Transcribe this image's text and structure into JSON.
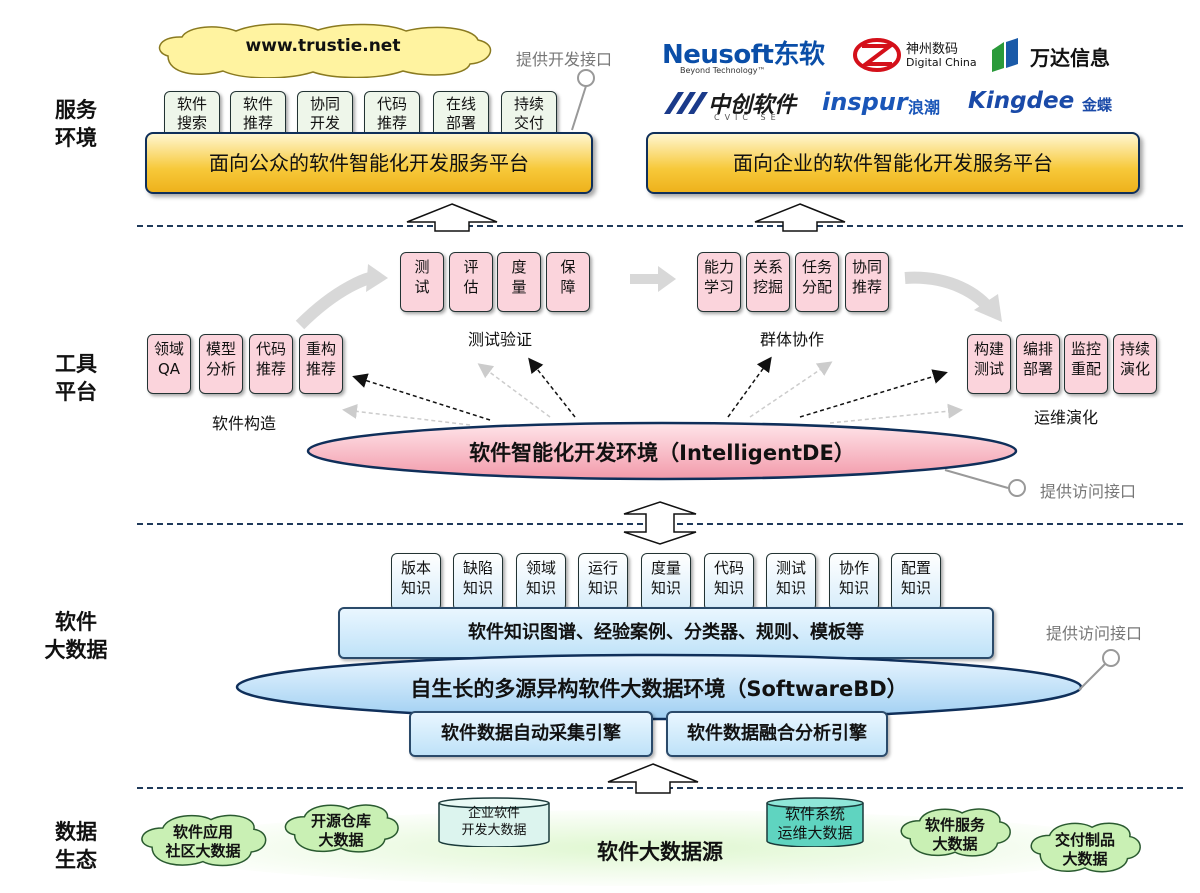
{
  "layers": {
    "service": "服务\n环境",
    "tools": "工具\n平台",
    "bigdata": "软件\n大数据",
    "ecology": "数据\n生态"
  },
  "service": {
    "trustie_url": "www.trustie.net",
    "provide_dev_interface": "提供开发接口",
    "public_platform": "面向公众的软件智能化开发服务平台",
    "enterprise_platform": "面向企业的软件智能化开发服务平台",
    "public_tags": [
      "软件\n搜索",
      "软件\n推荐",
      "协同\n开发",
      "代码\n推荐",
      "在线\n部署",
      "持续\n交付"
    ],
    "logos": {
      "neusoft": "Neusoft东软",
      "neusoft_sub": "Beyond Technology™",
      "digitalchina": "神州数码",
      "digitalchina_sub": "Digital China",
      "wanda": "万达信息",
      "cvic": "中创软件",
      "cvic_sub": "CVIC SE",
      "inspur": "inspur",
      "inspur_cn": "浪潮",
      "kingdee": "Kingdee",
      "kingdee_cn": "金蝶"
    }
  },
  "tools": {
    "test_tags": [
      "测\n试",
      "评\n估",
      "度\n量",
      "保\n障"
    ],
    "test_caption": "测试验证",
    "collab_tags": [
      "能力\n学习",
      "关系\n挖掘",
      "任务\n分配",
      "协同\n推荐"
    ],
    "collab_caption": "群体协作",
    "construct_tags": [
      "领域\nQA",
      "模型\n分析",
      "代码\n推荐",
      "重构\n推荐"
    ],
    "construct_caption": "软件构造",
    "ops_tags": [
      "构建\n测试",
      "编排\n部署",
      "监控\n重配",
      "持续\n演化"
    ],
    "ops_caption": "运维演化",
    "env": "软件智能化开发环境（IntelligentDE）",
    "provide_access_interface": "提供访问接口"
  },
  "bigdata": {
    "knowledge_tags": [
      "版本\n知识",
      "缺陷\n知识",
      "领域\n知识",
      "运行\n知识",
      "度量\n知识",
      "代码\n知识",
      "测试\n知识",
      "协作\n知识",
      "配置\n知识"
    ],
    "knowledge_bar": "软件知识图谱、经验案例、分类器、规则、模板等",
    "env": "自生长的多源异构软件大数据环境（SoftwareBD）",
    "collect_engine": "软件数据自动采集引擎",
    "fusion_engine": "软件数据融合分析引擎",
    "provide_access_interface": "提供访问接口"
  },
  "ecology": {
    "source": "软件大数据源",
    "clouds": [
      "软件应用\n社区大数据",
      "开源仓库\n大数据",
      "软件服务\n大数据",
      "交付制品\n大数据"
    ],
    "cylinders": [
      "企业软件\n开发大数据",
      "软件系统\n运维大数据"
    ]
  },
  "colors": {
    "accent_yellow": "#f7c93a",
    "pink": "#fbd4dc",
    "blue": "#bfe2f8",
    "green": "#c9f0b4",
    "navy": "#0f2f5a"
  }
}
